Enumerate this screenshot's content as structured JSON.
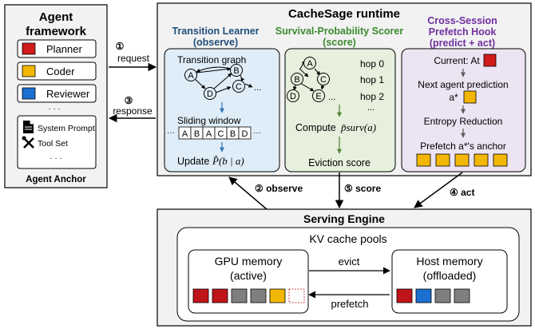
{
  "agent_framework": {
    "title_line1": "Agent",
    "title_line2": "framework",
    "agents": [
      {
        "label": "Planner",
        "color": "#d11a1a"
      },
      {
        "label": "Coder",
        "color": "#f2b705"
      },
      {
        "label": "Reviewer",
        "color": "#1a6fd1"
      }
    ],
    "agents_ellipsis": "· · ·",
    "anchor_items": [
      "System Prompt",
      "Tool Set"
    ],
    "anchor_ellipsis": "· · ·",
    "anchor_title": "Agent Anchor"
  },
  "flows": {
    "request_num": "①",
    "request": "request",
    "response_num": "③",
    "response": "response",
    "observe": "② observe",
    "score": "⑤ score",
    "act": "④ act"
  },
  "runtime": {
    "title": "CacheSage runtime",
    "transition_learner": {
      "title1": "Transition Learner",
      "title2": "(observe)",
      "graph_label": "Transition graph",
      "nodes": [
        "A",
        "B",
        "C",
        "D"
      ],
      "ellipsis": "...",
      "window_label": "Sliding window",
      "window_seq": [
        "A",
        "B",
        "A",
        "C",
        "B",
        "D"
      ],
      "window_dots": "···",
      "update_label": "Update",
      "formula": "P̂(b | a)"
    },
    "survival_scorer": {
      "title": "Survival-Probability Scorer",
      "subtitle": "(score)",
      "nodes": [
        "A",
        "B",
        "C",
        "D",
        "E",
        "..."
      ],
      "hops": [
        "hop 0",
        "hop 1",
        "hop 2",
        "..."
      ],
      "compute_label": "Compute",
      "formula": "p̃surv(a)",
      "eviction_label": "Eviction score"
    },
    "prefetch_hook": {
      "title1": "Cross-Session",
      "title2": "Prefetch Hook",
      "title3": "(predict + act)",
      "current_label": "Current: At",
      "current_color": "#d11a1a",
      "next_label": "Next agent prediction",
      "next_symbol": "a*",
      "next_color": "#f2b705",
      "entropy_label": "Entropy Reduction",
      "prefetch_label": "Prefetch a*'s anchor",
      "prefetch_color": "#f2b705",
      "prefetch_blocks": 5
    }
  },
  "serving_engine": {
    "title": "Serving Engine",
    "pools_label": "KV cache pools",
    "gpu_line1": "GPU memory",
    "gpu_line2": "(active)",
    "host_line1": "Host memory",
    "host_line2": "(offloaded)",
    "evict_label": "evict",
    "prefetch_label": "prefetch",
    "gpu_blocks": [
      "#c0141b",
      "#c0141b",
      "#7f7f7f",
      "#7f7f7f",
      "#f2b705",
      "empty"
    ],
    "host_blocks": [
      "#c0141b",
      "#1a6fd1",
      "#7f7f7f",
      "#7f7f7f"
    ]
  },
  "colors": {
    "transition_bg": "#deedf7",
    "transition_title": "#1f4e79",
    "scorer_bg": "#e6f0dc",
    "scorer_title": "#3b8a2e",
    "prefetch_bg": "#ece3f3",
    "prefetch_title": "#7030a0",
    "panel_bg": "#f2f2f2"
  }
}
